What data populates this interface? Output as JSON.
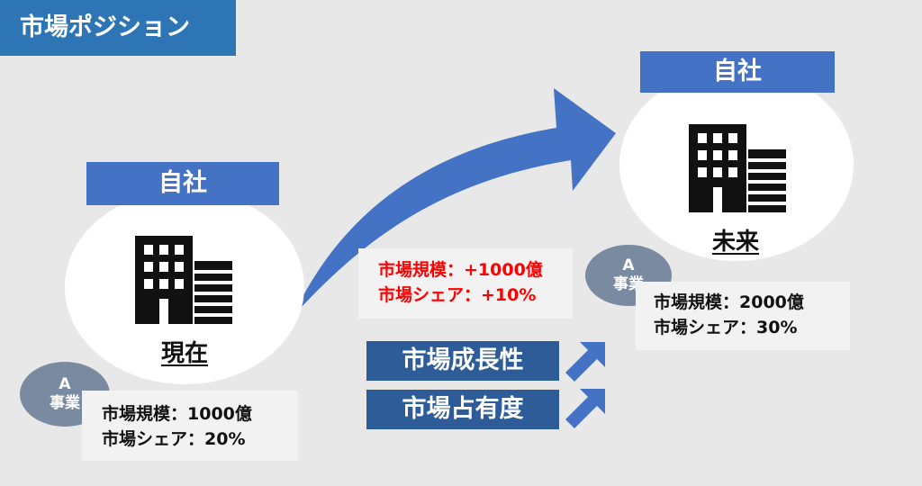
{
  "header": {
    "title": "市場ポジション"
  },
  "current": {
    "company_label": "自社",
    "caption": "現在",
    "badge_top": "A",
    "badge_bottom": "事業",
    "market_size": "市場規模：1000億",
    "market_share": "市場シェア：20%"
  },
  "change": {
    "market_size": "市場規模：+1000億",
    "market_share": "市場シェア：+10%",
    "color": "#ff0000"
  },
  "future": {
    "company_label": "自社",
    "caption": "未来",
    "badge_top": "A",
    "badge_bottom": "事業",
    "market_size": "市場規模：2000億",
    "market_share": "市場シェア：30%"
  },
  "factors": [
    "市場成長性",
    "市場占有度"
  ],
  "icons": {
    "company": "office-building-icon",
    "trend": "up-right-arrow-icon",
    "growth": "curved-growth-arrow"
  },
  "colors": {
    "accent": "#4472c4",
    "header": "#2e75b6",
    "factor": "#2e5c99"
  }
}
